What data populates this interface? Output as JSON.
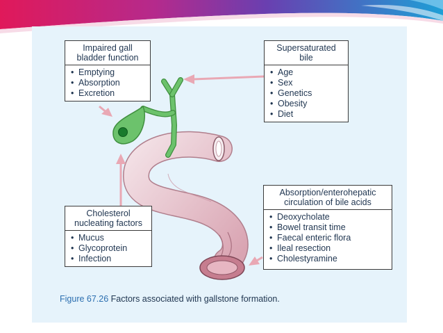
{
  "diagram": {
    "boxes": {
      "impaired": {
        "title_lines": [
          "Impaired gall",
          "bladder function"
        ],
        "items": [
          "Emptying",
          "Absorption",
          "Excretion"
        ]
      },
      "supersaturated": {
        "title_lines": [
          "Supersaturated",
          "bile"
        ],
        "items": [
          "Age",
          "Sex",
          "Genetics",
          "Obesity",
          "Diet"
        ]
      },
      "cholesterol": {
        "title_lines": [
          "Cholesterol",
          "nucleating factors"
        ],
        "items": [
          "Mucus",
          "Glycoprotein",
          "Infection"
        ]
      },
      "absorption": {
        "title_lines": [
          "Absorption/enterohepatic",
          "circulation of bile acids"
        ],
        "items": [
          "Deoxycholate",
          "Bowel transit time",
          "Faecal enteric flora",
          "Ileal resection",
          "Cholestyramine"
        ]
      }
    },
    "caption": {
      "figure": "Figure 67.26",
      "text": " Factors associated with gallstone formation."
    }
  },
  "colors": {
    "panel_bg": "#e6f3fb",
    "arrow": "#e9a8b4",
    "gallbladder": "#5cb85c",
    "intestine": "#e8c4cc",
    "banner_accent": "#e0195a",
    "banner_blue": "#1e9fd6",
    "text": "#1f3550",
    "caption_label": "#2c6fb0"
  },
  "icons": {
    "bullet": "•"
  }
}
